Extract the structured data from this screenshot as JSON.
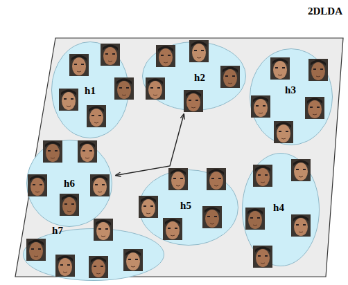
{
  "diagram": {
    "title": "2DLDA",
    "nodes": [
      {
        "text": [
          "h1"
        ]
      },
      {
        "text": [
          "h2"
        ]
      },
      {
        "text": [
          "h3"
        ]
      },
      {
        "text": [
          "h6"
        ]
      },
      {
        "text": [
          "h5"
        ]
      },
      {
        "text": [
          "h4"
        ]
      },
      {
        "text": [
          "h7"
        ]
      }
    ],
    "edges": [
      {
        "from": 1,
        "to": 3,
        "arrow": "both"
      }
    ]
  }
}
